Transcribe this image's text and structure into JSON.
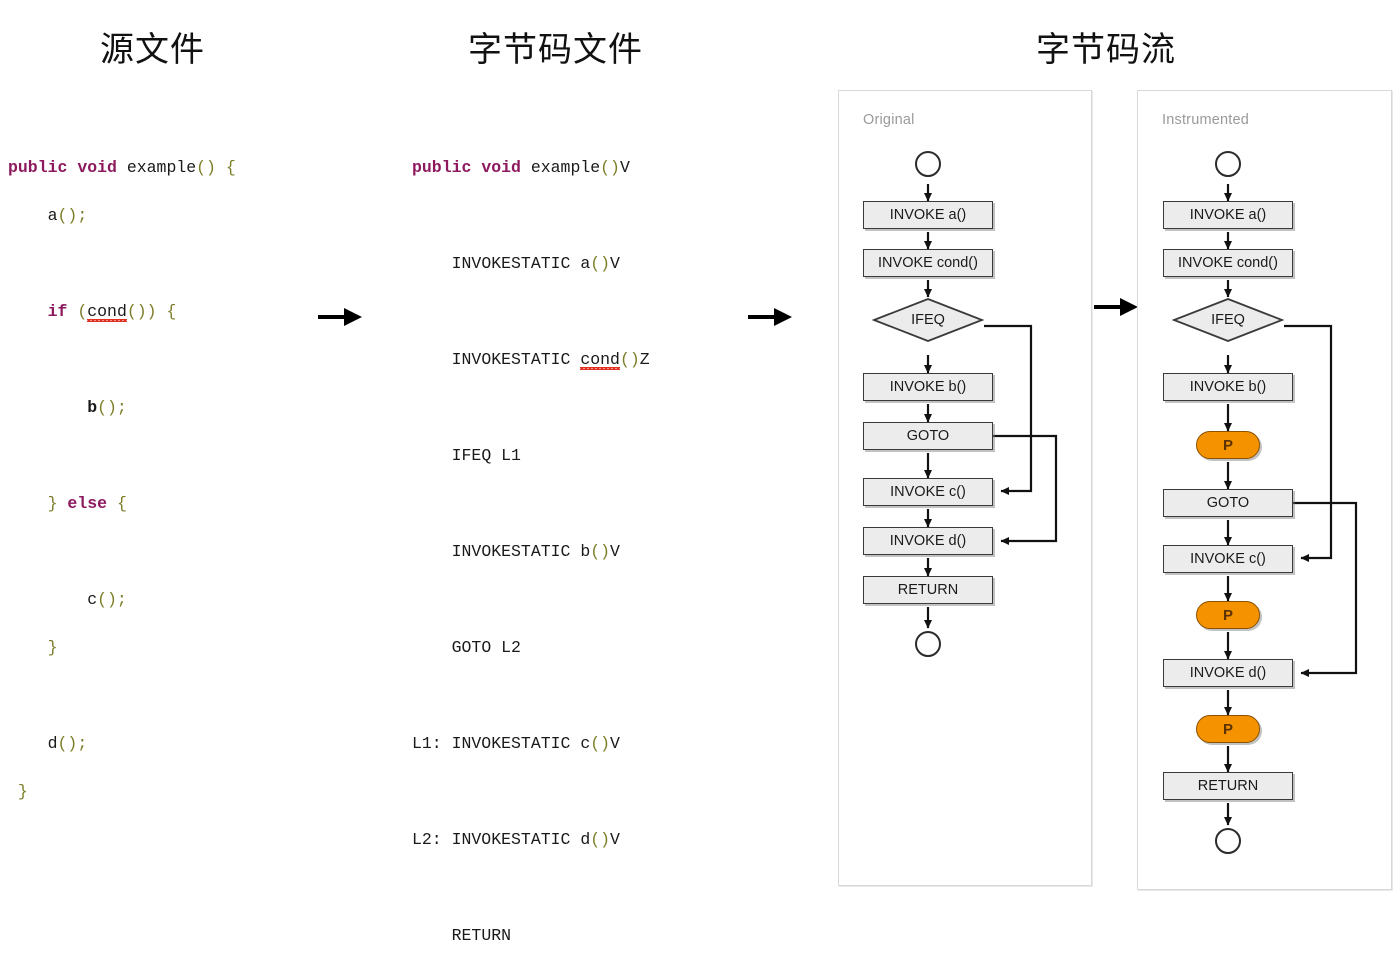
{
  "headings": {
    "source": "源文件",
    "bytecode": "字节码文件",
    "stream": "字节码流"
  },
  "arrows": {
    "arrow1_name": "transition-arrow-source-to-bytecode",
    "arrow2_name": "transition-arrow-bytecode-to-stream",
    "arrow3_name": "transition-arrow-original-to-instrumented"
  },
  "source_file": {
    "language": "java",
    "lines": [
      "public void example() {",
      "    a();",
      "",
      "    if (cond()) {",
      "",
      "        b();",
      "",
      "    } else {",
      "",
      "        c();",
      "    }",
      "",
      "    d();",
      "}"
    ]
  },
  "bytecode_file": {
    "lines": [
      "public void example()V",
      "",
      "        INVOKESTATIC a()V",
      "",
      "        INVOKESTATIC cond()Z",
      "",
      "        IFEQ L1",
      "",
      "        INVOKESTATIC b()V",
      "",
      "        GOTO L2",
      "",
      "    L1: INVOKESTATIC c()V",
      "",
      "    L2: INVOKESTATIC d()V",
      "",
      "        RETURN"
    ]
  },
  "flow_panels": [
    {
      "id": "original",
      "label": "Original",
      "nodes": [
        {
          "id": "start",
          "type": "terminal",
          "label": ""
        },
        {
          "id": "a",
          "type": "box",
          "label": "INVOKE a()"
        },
        {
          "id": "cond",
          "type": "box",
          "label": "INVOKE cond()"
        },
        {
          "id": "ifeq",
          "type": "diamond",
          "label": "IFEQ"
        },
        {
          "id": "b",
          "type": "box",
          "label": "INVOKE b()"
        },
        {
          "id": "goto",
          "type": "box",
          "label": "GOTO"
        },
        {
          "id": "c",
          "type": "box",
          "label": "INVOKE c()"
        },
        {
          "id": "d",
          "type": "box",
          "label": "INVOKE d()"
        },
        {
          "id": "return",
          "type": "box",
          "label": "RETURN"
        },
        {
          "id": "end",
          "type": "terminal",
          "label": ""
        }
      ],
      "edges": [
        {
          "from": "start",
          "to": "a"
        },
        {
          "from": "a",
          "to": "cond"
        },
        {
          "from": "cond",
          "to": "ifeq"
        },
        {
          "from": "ifeq",
          "to": "b"
        },
        {
          "from": "ifeq",
          "to": "c",
          "routed": "right"
        },
        {
          "from": "b",
          "to": "goto"
        },
        {
          "from": "goto",
          "to": "d",
          "routed": "right"
        },
        {
          "from": "c",
          "to": "d"
        },
        {
          "from": "d",
          "to": "return"
        },
        {
          "from": "return",
          "to": "end"
        }
      ]
    },
    {
      "id": "instrumented",
      "label": "Instrumented",
      "nodes": [
        {
          "id": "start",
          "type": "terminal",
          "label": ""
        },
        {
          "id": "a",
          "type": "box",
          "label": "INVOKE a()"
        },
        {
          "id": "cond",
          "type": "box",
          "label": "INVOKE cond()"
        },
        {
          "id": "ifeq",
          "type": "diamond",
          "label": "IFEQ"
        },
        {
          "id": "b",
          "type": "box",
          "label": "INVOKE b()"
        },
        {
          "id": "p1",
          "type": "probe",
          "label": "P"
        },
        {
          "id": "goto",
          "type": "box",
          "label": "GOTO"
        },
        {
          "id": "c",
          "type": "box",
          "label": "INVOKE c()"
        },
        {
          "id": "p2",
          "type": "probe",
          "label": "P"
        },
        {
          "id": "d",
          "type": "box",
          "label": "INVOKE d()"
        },
        {
          "id": "p3",
          "type": "probe",
          "label": "P"
        },
        {
          "id": "return",
          "type": "box",
          "label": "RETURN"
        },
        {
          "id": "end",
          "type": "terminal",
          "label": ""
        }
      ],
      "edges": [
        {
          "from": "start",
          "to": "a"
        },
        {
          "from": "a",
          "to": "cond"
        },
        {
          "from": "cond",
          "to": "ifeq"
        },
        {
          "from": "ifeq",
          "to": "b"
        },
        {
          "from": "ifeq",
          "to": "c",
          "routed": "right"
        },
        {
          "from": "b",
          "to": "p1"
        },
        {
          "from": "p1",
          "to": "goto"
        },
        {
          "from": "goto",
          "to": "d",
          "routed": "right"
        },
        {
          "from": "c",
          "to": "p2"
        },
        {
          "from": "p2",
          "to": "d"
        },
        {
          "from": "d",
          "to": "p3"
        },
        {
          "from": "p3",
          "to": "return"
        },
        {
          "from": "return",
          "to": "end"
        }
      ]
    }
  ],
  "colors": {
    "node_fill": "#ececec",
    "node_border": "#3a3a3a",
    "probe_fill": "#f49200",
    "probe_border": "#8a5200",
    "probe_text": "#5c3200",
    "panel_border": "#d8d8d8",
    "panel_label": "#9a9a9a",
    "keyword": "#8d1a5e",
    "punctuation": "#7d7d28",
    "identifier": "#1a1a1a",
    "spellcheck_underline": "#e03020",
    "background": "#ffffff"
  }
}
